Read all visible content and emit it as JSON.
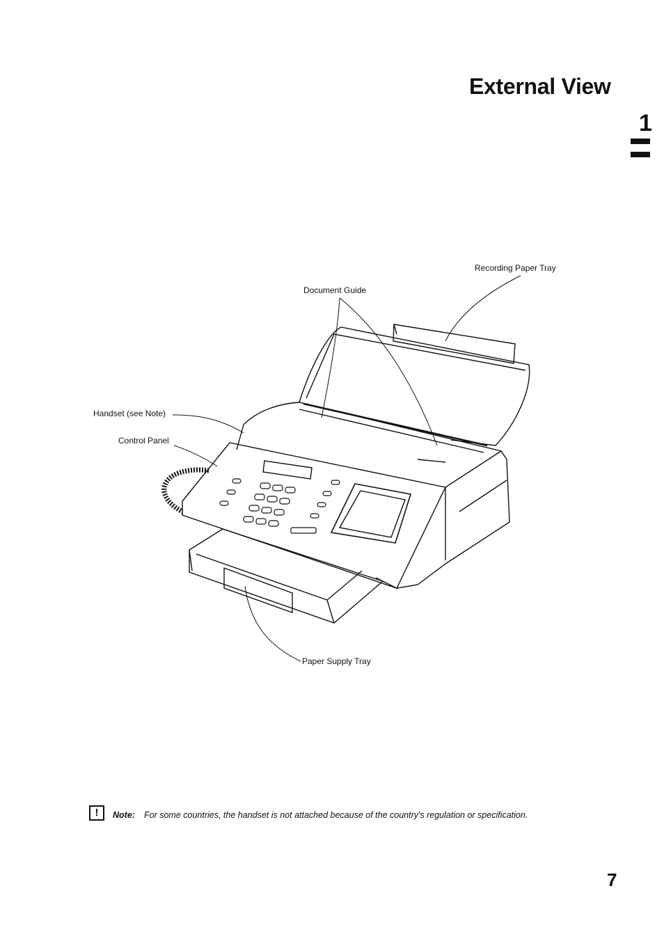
{
  "page": {
    "title": "External View",
    "chapter_number": "1",
    "page_number": "7"
  },
  "figure": {
    "callouts": {
      "recording_paper_tray": "Recording Paper Tray",
      "document_guide": "Document Guide",
      "handset": "Handset (see Note)",
      "control_panel": "Control Panel",
      "paper_supply_tray": "Paper Supply Tray"
    }
  },
  "note": {
    "icon": "!",
    "label": "Note:",
    "text": "For some countries, the handset is not attached because of the country's regulation or specification."
  }
}
